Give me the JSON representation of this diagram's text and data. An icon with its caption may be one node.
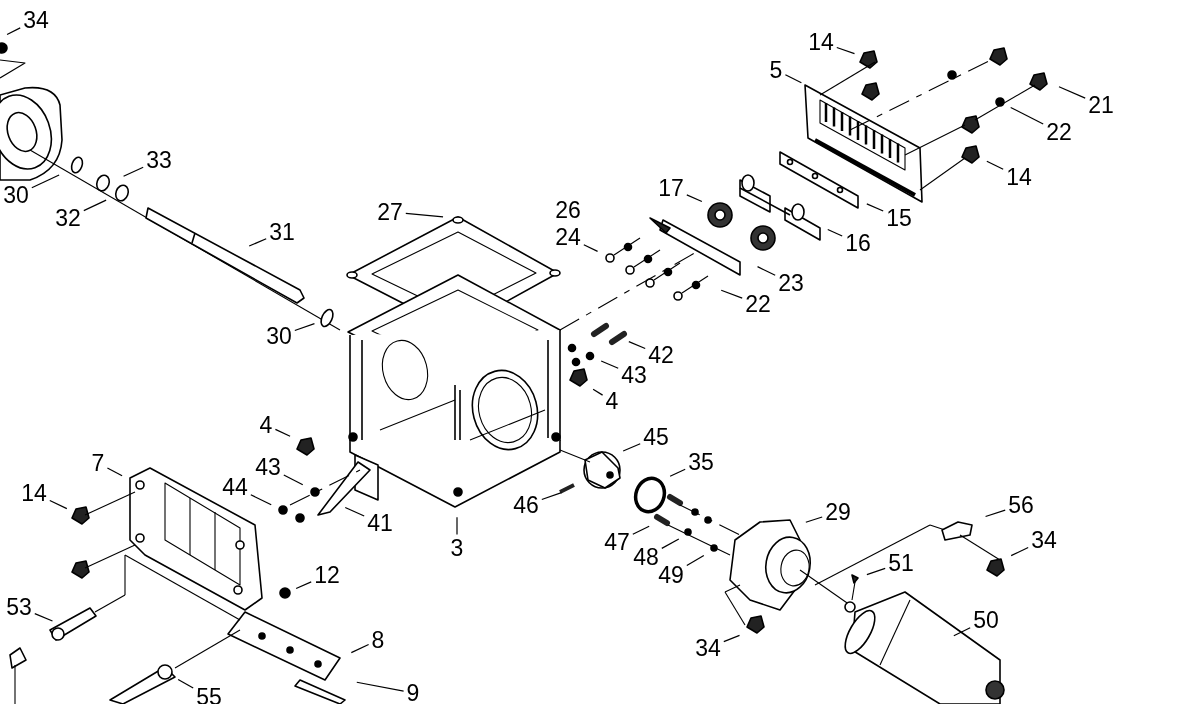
{
  "diagram": {
    "nodes": [
      {
        "text": [
          "34"
        ]
      },
      {
        "text": [
          "30"
        ]
      },
      {
        "text": [
          "33"
        ]
      },
      {
        "text": [
          "32"
        ]
      },
      {
        "text": [
          "31"
        ]
      },
      {
        "text": [
          "27"
        ]
      },
      {
        "text": [
          "30"
        ]
      },
      {
        "text": [
          "24"
        ]
      },
      {
        "text": [
          "17"
        ]
      },
      {
        "text": [
          "14"
        ]
      },
      {
        "text": [
          "5"
        ]
      },
      {
        "text": [
          "21"
        ]
      },
      {
        "text": [
          "22"
        ]
      },
      {
        "text": [
          "14"
        ]
      },
      {
        "text": [
          "15"
        ]
      },
      {
        "text": [
          "16"
        ]
      },
      {
        "text": [
          "23"
        ]
      },
      {
        "text": [
          "22"
        ]
      },
      {
        "text": [
          "42"
        ]
      },
      {
        "text": [
          "43"
        ]
      },
      {
        "text": [
          "4"
        ]
      },
      {
        "text": [
          "4"
        ]
      },
      {
        "text": [
          "45"
        ]
      },
      {
        "text": [
          "35"
        ]
      },
      {
        "text": [
          "7"
        ]
      },
      {
        "text": [
          "43"
        ]
      },
      {
        "text": [
          "44"
        ]
      },
      {
        "text": [
          "41"
        ]
      },
      {
        "text": [
          "3"
        ]
      },
      {
        "text": [
          "14"
        ]
      },
      {
        "text": [
          "46"
        ]
      },
      {
        "text": [
          "29"
        ]
      },
      {
        "text": [
          "56"
        ]
      },
      {
        "text": [
          "34"
        ]
      },
      {
        "text": [
          "47"
        ]
      },
      {
        "text": [
          "48"
        ]
      },
      {
        "text": [
          "49"
        ]
      },
      {
        "text": [
          "12"
        ]
      },
      {
        "text": [
          "51"
        ]
      },
      {
        "text": [
          "53"
        ]
      },
      {
        "text": [
          "8"
        ]
      },
      {
        "text": [
          "50"
        ]
      },
      {
        "text": [
          "34"
        ]
      },
      {
        "text": [
          "55"
        ]
      },
      {
        "text": [
          "9"
        ]
      }
    ],
    "edges": [
      {
        "from": 0,
        "to": null,
        "arrow": "none"
      },
      {
        "from": 1,
        "to": null,
        "arrow": "none"
      },
      {
        "from": 2,
        "to": null,
        "arrow": "none"
      },
      {
        "from": 3,
        "to": null,
        "arrow": "none"
      },
      {
        "from": 4,
        "to": null,
        "arrow": "none"
      },
      {
        "from": 5,
        "to": null,
        "arrow": "none"
      },
      {
        "from": 6,
        "to": null,
        "arrow": "none"
      },
      {
        "from": 7,
        "to": null,
        "arrow": "none"
      },
      {
        "from": 8,
        "to": null,
        "arrow": "none"
      },
      {
        "from": 9,
        "to": null,
        "arrow": "none"
      },
      {
        "from": 10,
        "to": null,
        "arrow": "none"
      },
      {
        "from": 11,
        "to": null,
        "arrow": "none"
      },
      {
        "from": 12,
        "to": null,
        "arrow": "none"
      },
      {
        "from": 13,
        "to": null,
        "arrow": "none"
      },
      {
        "from": 14,
        "to": null,
        "arrow": "none"
      },
      {
        "from": 15,
        "to": null,
        "arrow": "none"
      },
      {
        "from": 16,
        "to": null,
        "arrow": "none"
      },
      {
        "from": 17,
        "to": null,
        "arrow": "none"
      },
      {
        "from": 18,
        "to": null,
        "arrow": "none"
      },
      {
        "from": 19,
        "to": null,
        "arrow": "none"
      },
      {
        "from": 20,
        "to": null,
        "arrow": "none"
      },
      {
        "from": 21,
        "to": null,
        "arrow": "none"
      },
      {
        "from": 22,
        "to": null,
        "arrow": "none"
      },
      {
        "from": 23,
        "to": null,
        "arrow": "none"
      },
      {
        "from": 24,
        "to": null,
        "arrow": "none"
      },
      {
        "from": 25,
        "to": null,
        "arrow": "none"
      },
      {
        "from": 26,
        "to": null,
        "arrow": "none"
      },
      {
        "from": 27,
        "to": null,
        "arrow": "none"
      },
      {
        "from": 28,
        "to": null,
        "arrow": "none"
      },
      {
        "from": 29,
        "to": null,
        "arrow": "none"
      },
      {
        "from": 30,
        "to": null,
        "arrow": "none"
      },
      {
        "from": 31,
        "to": null,
        "arrow": "none"
      },
      {
        "from": 32,
        "to": null,
        "arrow": "none"
      },
      {
        "from": 33,
        "to": null,
        "arrow": "none"
      },
      {
        "from": 34,
        "to": null,
        "arrow": "none"
      },
      {
        "from": 35,
        "to": null,
        "arrow": "none"
      },
      {
        "from": 36,
        "to": null,
        "arrow": "none"
      },
      {
        "from": 37,
        "to": null,
        "arrow": "none"
      },
      {
        "from": 38,
        "to": null,
        "arrow": "none"
      },
      {
        "from": 39,
        "to": null,
        "arrow": "none"
      },
      {
        "from": 40,
        "to": null,
        "arrow": "none"
      },
      {
        "from": 41,
        "to": null,
        "arrow": "none"
      },
      {
        "from": 42,
        "to": null,
        "arrow": "none"
      },
      {
        "from": 43,
        "to": null,
        "arrow": "none"
      },
      {
        "from": 44,
        "to": null,
        "arrow": "none"
      }
    ],
    "labels": [
      "26"
    ]
  }
}
